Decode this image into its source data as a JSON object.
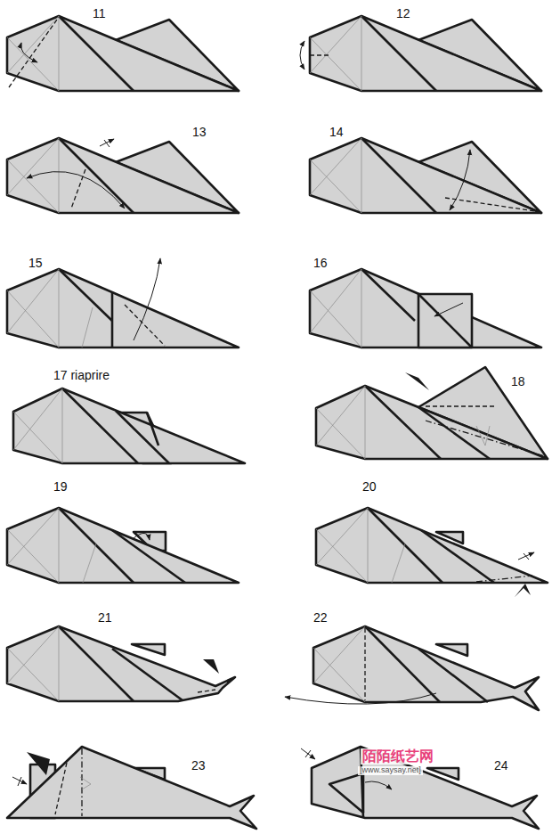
{
  "diagram": {
    "labels": [
      "11",
      "12",
      "13",
      "14",
      "15",
      "16",
      "17 riaprire",
      "18",
      "19",
      "20",
      "21",
      "22",
      "23",
      "24",
      "陌陌纸艺网",
      "[www.saysay.net]"
    ]
  }
}
